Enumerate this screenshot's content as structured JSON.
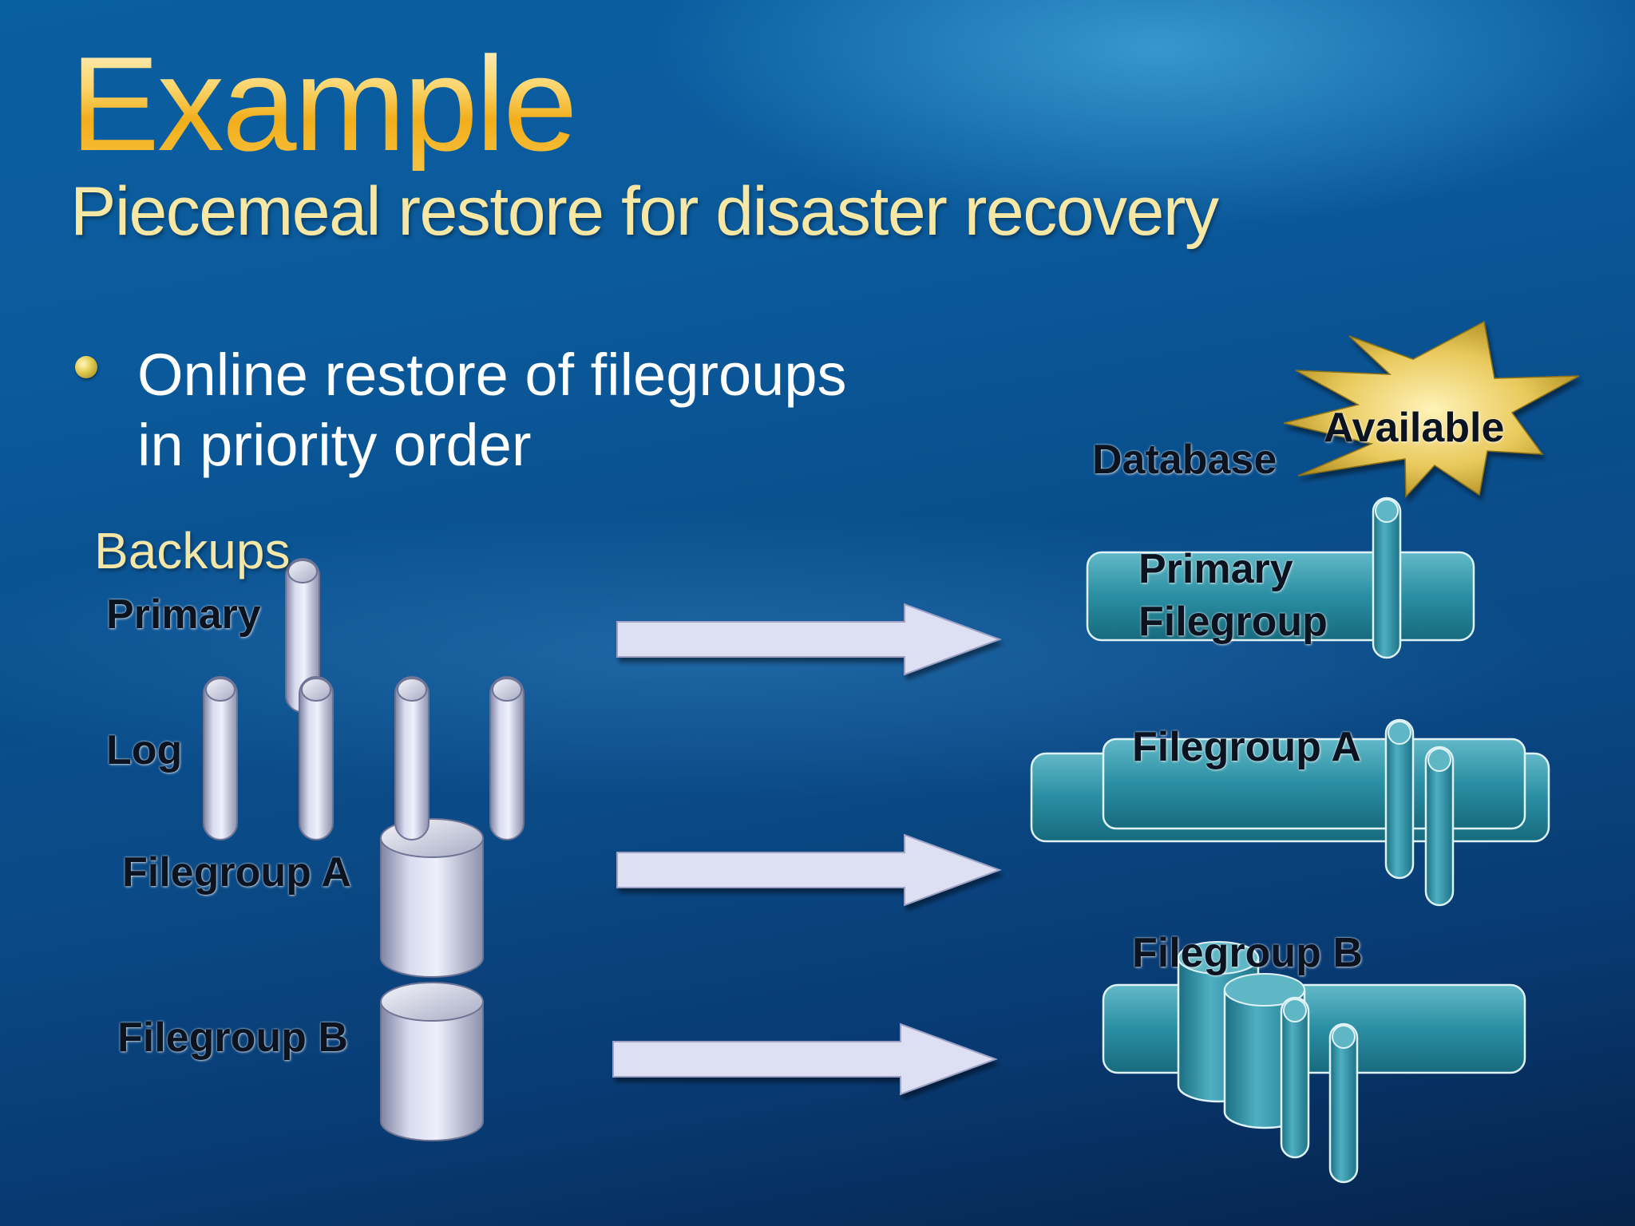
{
  "slide": {
    "title": "Example",
    "subtitle": "Piecemeal restore for disaster recovery",
    "bullet_line_1": "Online restore of filegroups",
    "bullet_line_2": "in priority order"
  },
  "backups": {
    "heading": "Backups",
    "primary": "Primary",
    "log": "Log",
    "filegroup_a": "Filegroup A",
    "filegroup_b": "Filegroup B"
  },
  "database": {
    "label": "Database",
    "available": "Available",
    "primary_filegroup_line_1": "Primary",
    "primary_filegroup_line_2": "Filegroup",
    "filegroup_a": "Filegroup A",
    "filegroup_b": "Filegroup B"
  },
  "colors": {
    "title_gold": "#f7c241",
    "subtitle_gold": "#f7e7a4",
    "backup_cylinder": "#c8cce0",
    "database_teal": "#2b8fa2",
    "arrow_fill": "#dde0f3",
    "starburst": "#e8c85a"
  }
}
